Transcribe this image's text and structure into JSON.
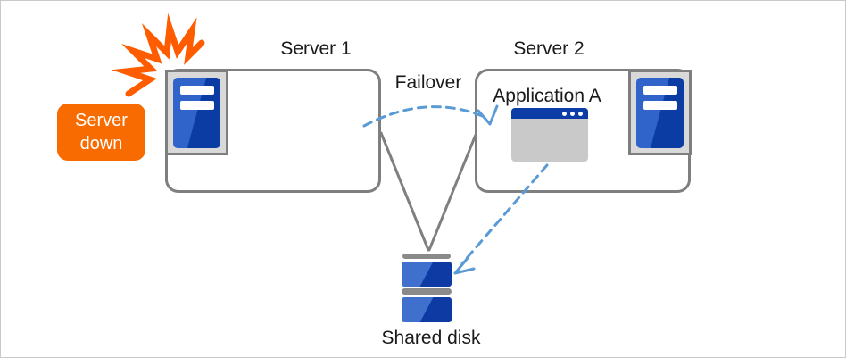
{
  "labels": {
    "server1": "Server 1",
    "server2": "Server 2",
    "failover": "Failover",
    "application": "Application A",
    "shared_disk": "Shared disk",
    "server_down_line1": "Server",
    "server_down_line2": "down"
  },
  "colors": {
    "orange": "#f86b00",
    "orange_burst": "#ff5c00",
    "tower_blue_light": "#3064cb",
    "tower_blue_dark": "#0a3ca4",
    "disk_blue_light": "#4070cd",
    "disk_blue_dark": "#0d3aa3",
    "titlebar_navy": "#0c3da6",
    "arrow_blue": "#5b9bd5",
    "line_gray": "#7f7f7f",
    "frame_gray": "#d9d9d9",
    "window_gray": "#c9c9c9",
    "disk_bar_gray": "#8a8a8a",
    "text": "#1a1a1a"
  }
}
